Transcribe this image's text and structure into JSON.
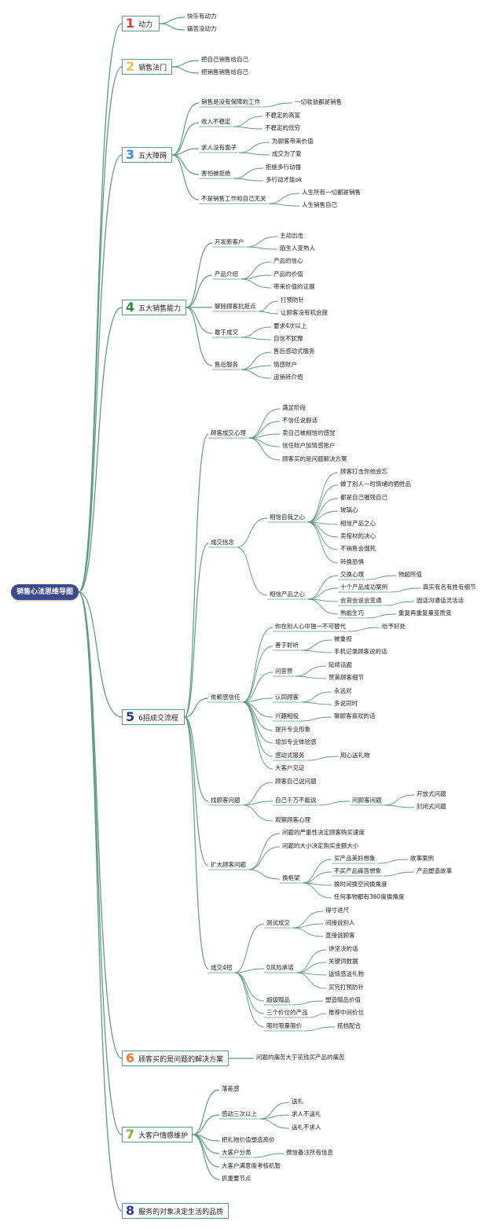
{
  "root": "销售心法思维导图",
  "colors": {
    "line": "#5e9a86",
    "root_bg": "#3b4a8c",
    "n1": "#d63b3b",
    "n2": "#e8c63a",
    "n3": "#3a8fd6",
    "n4": "#2f8a3a",
    "n5": "#2c3b8c",
    "n6": "#e87a2a",
    "n7": "#8cae2a",
    "n8": "#2c3b8c"
  },
  "branches": [
    {
      "num": "1",
      "label": "动力",
      "children": [
        {
          "label": "快乐有动力"
        },
        {
          "label": "痛苦没动力"
        }
      ]
    },
    {
      "num": "2",
      "label": "销售法门",
      "children": [
        {
          "label": "把自己销售给自己"
        },
        {
          "label": "把销售销售给自己"
        }
      ]
    },
    {
      "num": "3",
      "label": "五大障碍",
      "children": [
        {
          "label": "销售是没有保障的工作",
          "children": [
            {
              "label": "一切收益都是销售"
            }
          ]
        },
        {
          "label": "收入不稳定",
          "children": [
            {
              "label": "不稳定的高富"
            },
            {
              "label": "不稳定的低穷"
            }
          ]
        },
        {
          "label": "求人没有面子",
          "children": [
            {
              "label": "为顾客带来价值"
            },
            {
              "label": "成交为了爱"
            }
          ]
        },
        {
          "label": "害怕被拒绝",
          "children": [
            {
              "label": "拒绝多行动强"
            },
            {
              "label": "多行动才能ok"
            }
          ]
        },
        {
          "label": "不是销售工作和自己无关",
          "children": [
            {
              "label": "人生所有一切都是销售"
            },
            {
              "label": "人生销售自己"
            }
          ]
        }
      ]
    },
    {
      "num": "4",
      "label": "五大销售能力",
      "children": [
        {
          "label": "开发新客户",
          "children": [
            {
              "label": "主动出击"
            },
            {
              "label": "陌生人变熟人"
            }
          ]
        },
        {
          "label": "产品介绍",
          "children": [
            {
              "label": "产品的信心"
            },
            {
              "label": "产品的价值"
            },
            {
              "label": "带来价值的证据"
            }
          ]
        },
        {
          "label": "解除顾客抗拒点",
          "children": [
            {
              "label": "打预防针"
            },
            {
              "label": "让顾客没有机会提"
            }
          ]
        },
        {
          "label": "敢于成交",
          "children": [
            {
              "label": "要求4次以上"
            },
            {
              "label": "自信不犹豫"
            }
          ]
        },
        {
          "label": "售后服务",
          "children": [
            {
              "label": "售后感动式服务"
            },
            {
              "label": "情感账户"
            },
            {
              "label": "追销转介绍"
            }
          ]
        }
      ]
    },
    {
      "num": "5",
      "label": "6招成交流程",
      "children": [
        {
          "label": "顾客成交心理",
          "children": [
            {
              "label": "满足阶段"
            },
            {
              "label": "不信任说假话"
            },
            {
              "label": "卖自己被相信的感觉"
            },
            {
              "label": "信任账户加情感账户"
            },
            {
              "label": "顾客买的是问题解决方案"
            }
          ]
        },
        {
          "label": "成交信念",
          "children": [
            {
              "label": "相信自我之心",
              "children": [
                {
                  "label": "顾客打击你他会忘"
                },
                {
                  "label": "做了别人一时情绪的牺牲品"
                },
                {
                  "label": "都是自己摧残自己"
                },
                {
                  "label": "玻璃心"
                },
                {
                  "label": "相信产品之心"
                },
                {
                  "label": "卖棺材的决心"
                },
                {
                  "label": "不销售会饿死"
                },
                {
                  "label": "转换恐惧"
                }
              ]
            },
            {
              "label": "相信产品之心",
              "children": [
                {
                  "label": "交换心理",
                  "children": [
                    {
                      "label": "物超所值"
                    }
                  ]
                },
                {
                  "label": "十个产品成功案例",
                  "children": [
                    {
                      "label": "真实有名有姓有细节"
                    }
                  ]
                },
                {
                  "label": "会背会说会变通",
                  "children": [
                    {
                      "label": "固话沟通话灵活话"
                    }
                  ]
                },
                {
                  "label": "熟能生巧",
                  "children": [
                    {
                      "label": "重复再重复量变质变"
                    }
                  ]
                }
              ]
            }
          ]
        },
        {
          "label": "依赖感信任",
          "children": [
            {
              "label": "你在别人心中独一不可替代",
              "children": [
                {
                  "label": "给予好处"
                }
              ]
            },
            {
              "label": "善于聆听",
              "children": [
                {
                  "label": "被重视"
                },
                {
                  "label": "手机记录顾客说的话"
                }
              ]
            },
            {
              "label": "问答赞",
              "children": [
                {
                  "label": "延续话题"
                },
                {
                  "label": "赞美顾客细节"
                }
              ]
            },
            {
              "label": "认同顾客",
              "children": [
                {
                  "label": "永远对"
                },
                {
                  "label": "多说同时"
                }
              ]
            },
            {
              "label": "兴趣相投",
              "children": [
                {
                  "label": "聊顾客喜欢的话"
                }
              ]
            },
            {
              "label": "提升专业形象"
            },
            {
              "label": "增加专业体验感"
            },
            {
              "label": "感动式服务",
              "children": [
                {
                  "label": "用心送礼物"
                }
              ]
            },
            {
              "label": "大客户见证"
            }
          ]
        },
        {
          "label": "找顾客问题",
          "children": [
            {
              "label": "顾客自己说问题"
            },
            {
              "label": "自己千万不能说",
              "children": [
                {
                  "label": "问顾客问题",
                  "children": [
                    {
                      "label": "开放式问题"
                    },
                    {
                      "label": "封闭式问题"
                    }
                  ]
                }
              ]
            },
            {
              "label": "观察顾客心理"
            }
          ]
        },
        {
          "label": "扩大顾客问题",
          "children": [
            {
              "label": "问题的严重性决定顾客购买速度"
            },
            {
              "label": "问题的大小决定购买金额大小"
            },
            {
              "label": "换框架",
              "children": [
                {
                  "label": "买产品美好想象",
                  "children": [
                    {
                      "label": "故事案例"
                    }
                  ]
                },
                {
                  "label": "不买产品痛苦想象",
                  "children": [
                    {
                      "label": "产品塑造故事"
                    }
                  ]
                },
                {
                  "label": "换时间换空间换角度"
                },
                {
                  "label": "任何事物都有360度换角度"
                }
              ]
            }
          ]
        },
        {
          "label": "成交4招",
          "children": [
            {
              "label": "测试成交",
              "children": [
                {
                  "label": "得寸进尺"
                },
                {
                  "label": "间接说别人"
                },
                {
                  "label": "直接说顾客"
                }
              ]
            },
            {
              "label": "0风险承诺",
              "children": [
                {
                  "label": "讲坚决的话"
                },
                {
                  "label": "关键词数据"
                },
                {
                  "label": "送情感送礼物"
                },
                {
                  "label": "买完打预防针"
                }
              ]
            },
            {
              "label": "超级赠品",
              "children": [
                {
                  "label": "塑造赠品价值"
                }
              ]
            },
            {
              "label": "三个价位的产品",
              "children": [
                {
                  "label": "推荐中间价位"
                }
              ]
            },
            {
              "label": "限时限量限价",
              "children": [
                {
                  "label": "搭档配合"
                }
              ]
            }
          ]
        }
      ]
    },
    {
      "num": "6",
      "label": "顾客买的是问题的解决方案",
      "children": [
        {
          "label": "问题的痛苦大于花钱买产品的痛苦"
        }
      ]
    },
    {
      "num": "7",
      "label": "大客户情感维护",
      "children": [
        {
          "label": "落差感"
        },
        {
          "label": "感动三次以上",
          "children": [
            {
              "label": "送礼"
            },
            {
              "label": "求人不送礼"
            },
            {
              "label": "送礼不求人"
            }
          ]
        },
        {
          "label": "把礼物价值塑造高价"
        },
        {
          "label": "大客户分类",
          "children": [
            {
              "label": "微信备注所有信息"
            }
          ]
        },
        {
          "label": "大客户满意度考核机智"
        },
        {
          "label": "抓重要节点"
        }
      ]
    },
    {
      "num": "8",
      "label": "服务的对象决定生活的品质"
    }
  ]
}
